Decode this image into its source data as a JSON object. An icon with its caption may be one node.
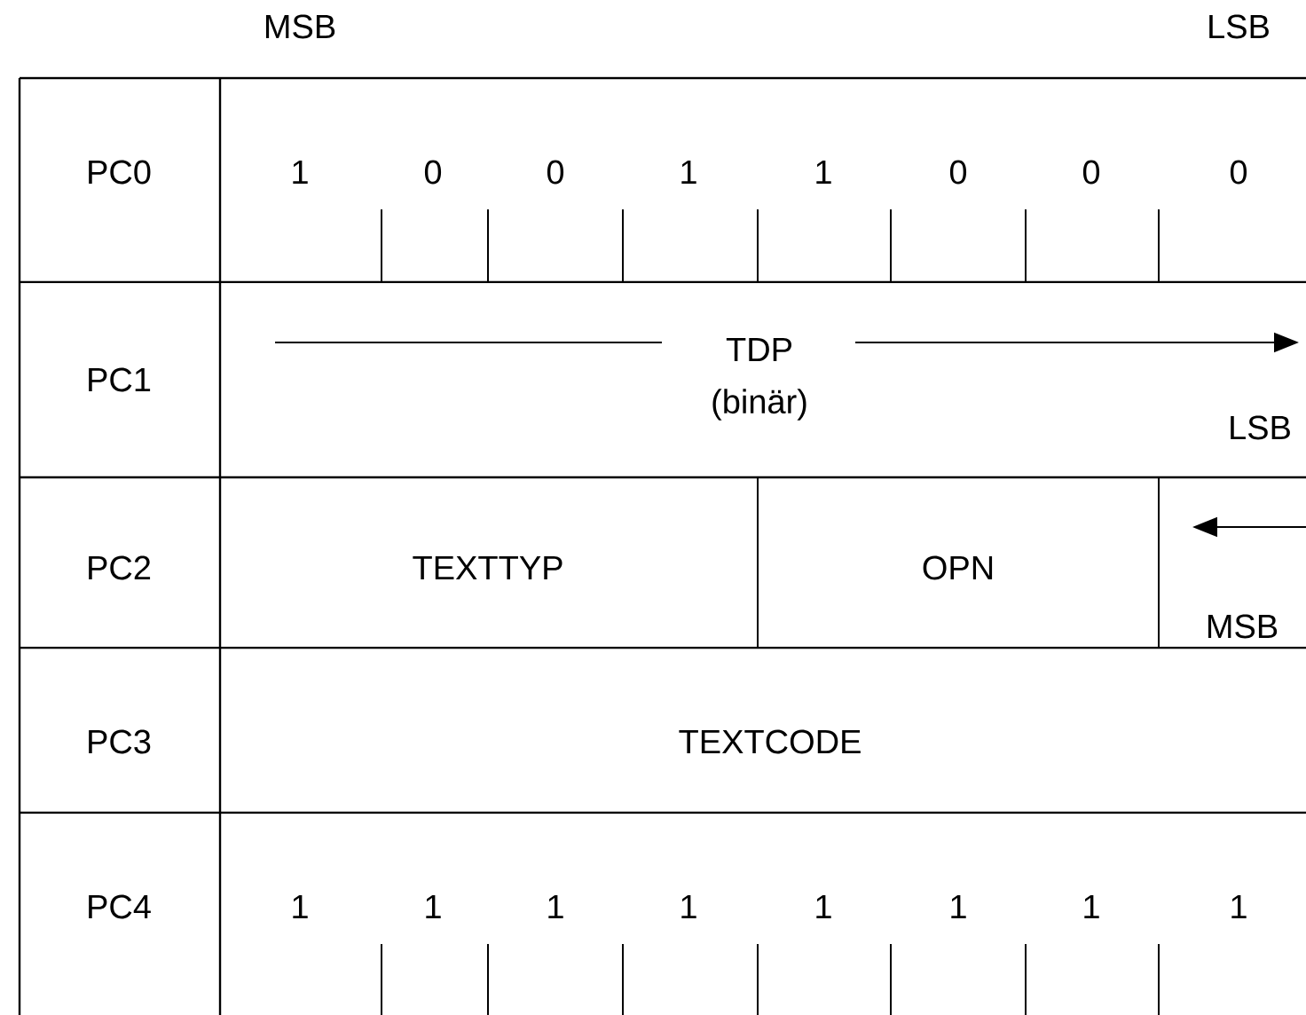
{
  "diagram": {
    "labels": [
      "MSB",
      "LSB",
      "PC0",
      "1",
      "0",
      "0",
      "1",
      "1",
      "0",
      "0",
      "0",
      "PC1",
      "TDP",
      "(binär)",
      "LSB",
      "PC2",
      "TEXTTYP",
      "OPN",
      "MSB",
      "PC3",
      "TEXTCODE",
      "PC4",
      "1",
      "1",
      "1",
      "1",
      "1",
      "1",
      "1",
      "1"
    ]
  }
}
